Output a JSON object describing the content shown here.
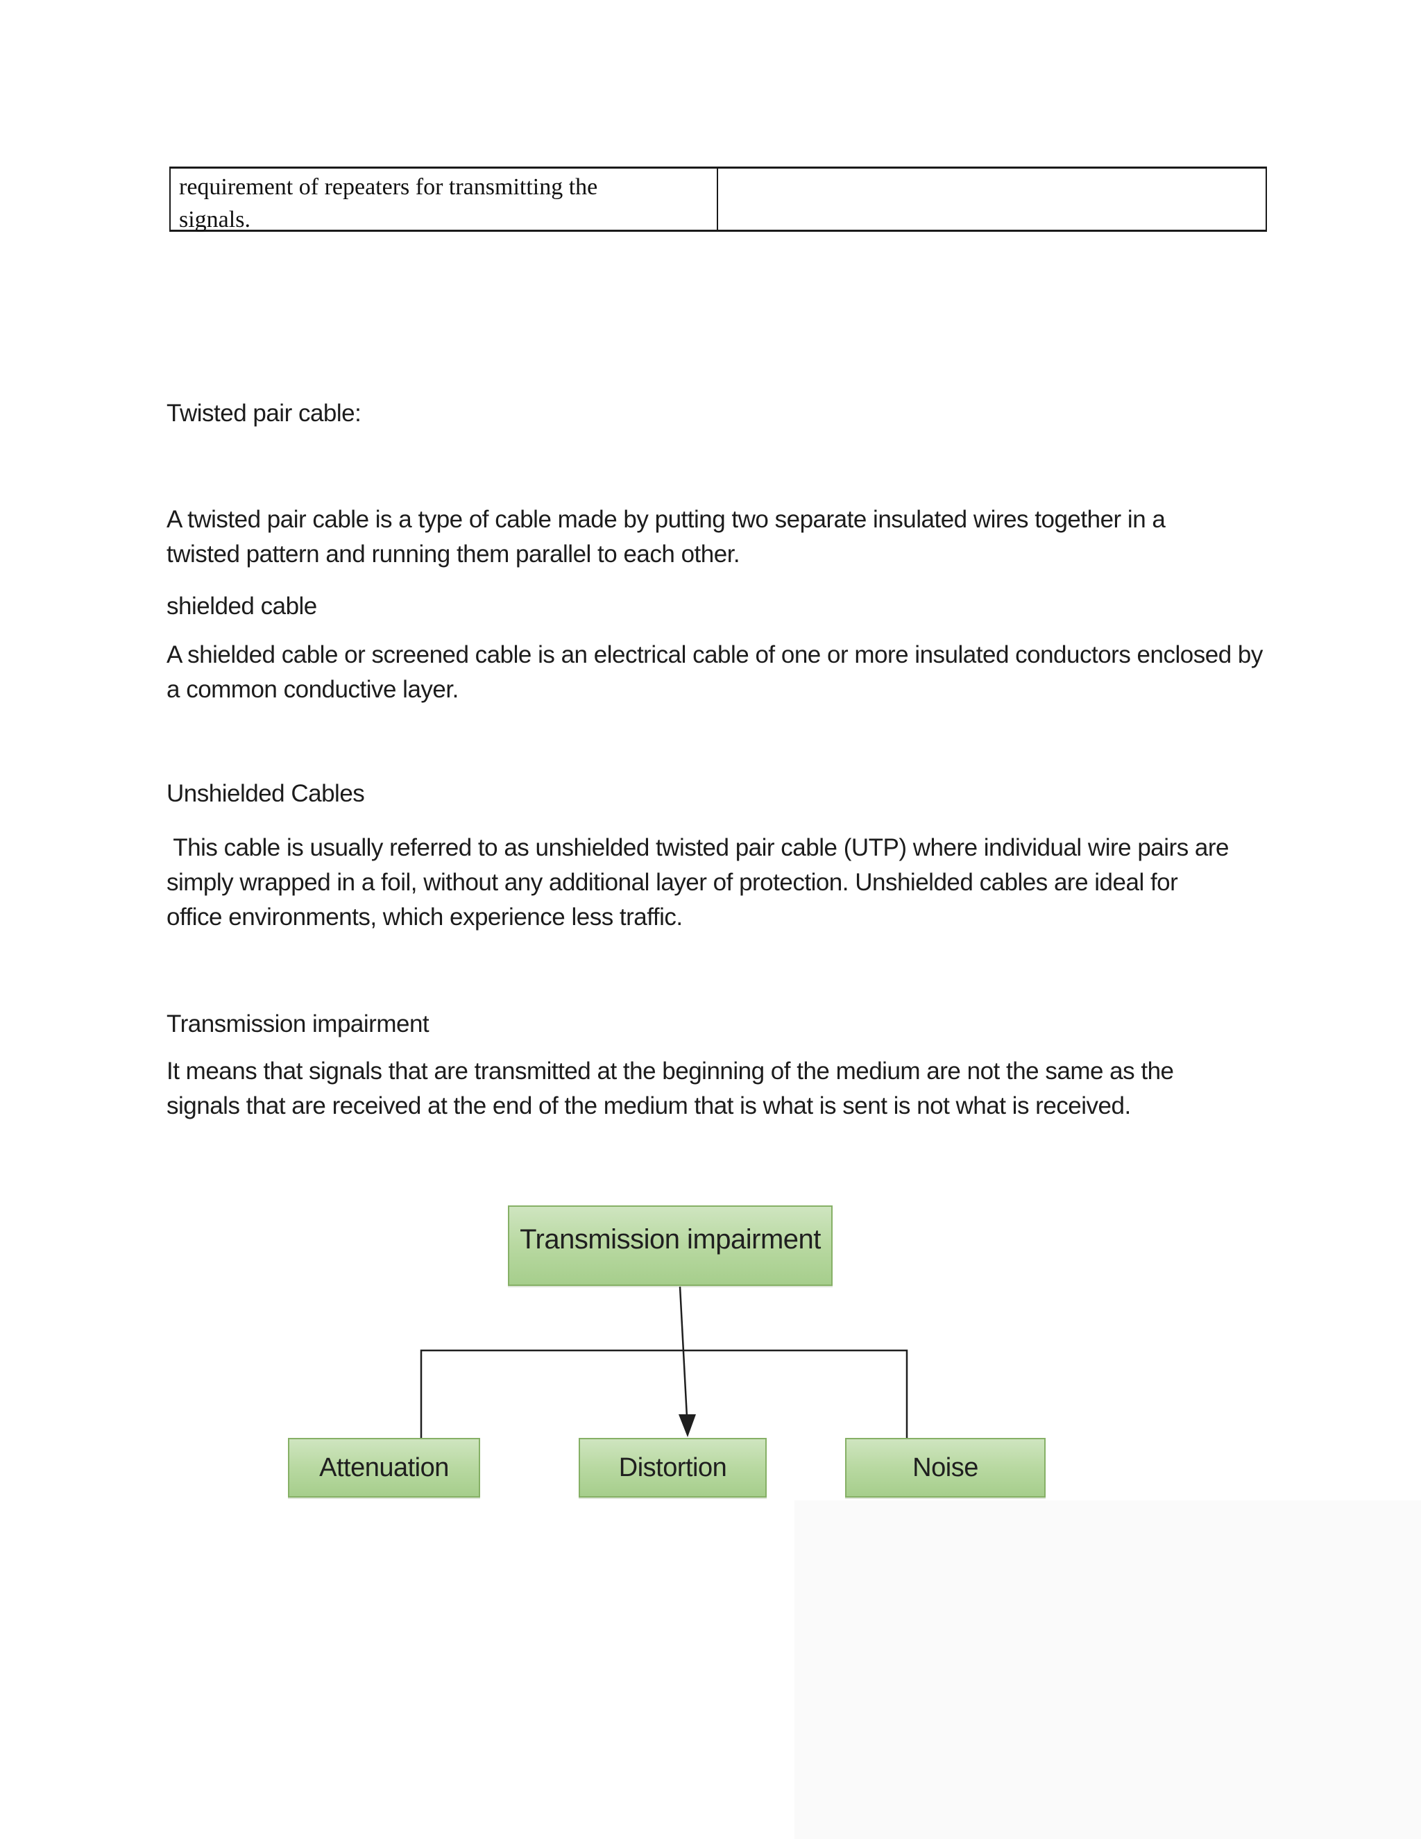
{
  "page": {
    "background": "#ffffff",
    "text_color": "#1c1c1c"
  },
  "table": {
    "left_cell_text": "requirement of repeaters for transmitting the\nsignals.",
    "right_cell_text": ""
  },
  "sections": [
    {
      "heading": "Twisted pair cable:",
      "body": "A twisted pair cable is a type of cable made by putting two separate insulated wires together in a\ntwisted pattern and running them parallel to each other."
    },
    {
      "heading": "shielded cable",
      "body": "A shielded cable or screened cable is an electrical cable of one or more insulated conductors enclosed by\na common conductive layer."
    },
    {
      "heading": "Unshielded Cables",
      "body": " This cable is usually referred to as unshielded twisted pair cable (UTP) where individual wire pairs are\nsimply wrapped in a foil, without any additional layer of protection. Unshielded cables are ideal for\noffice environments, which experience less traffic."
    },
    {
      "heading": "Transmission impairment",
      "body": "It means that signals that are transmitted at the beginning of the medium are not the same as the\nsignals that are received at the end of the medium that is what is sent is not what is received."
    }
  ],
  "diagram": {
    "root": "Transmission impairment",
    "children": [
      "Attenuation",
      "Distortion",
      "Noise"
    ],
    "box_fill_top": "#cfe5c0",
    "box_fill_bottom": "#a6ce8c",
    "box_border": "#86b066",
    "line_color": "#1f1f1f"
  }
}
